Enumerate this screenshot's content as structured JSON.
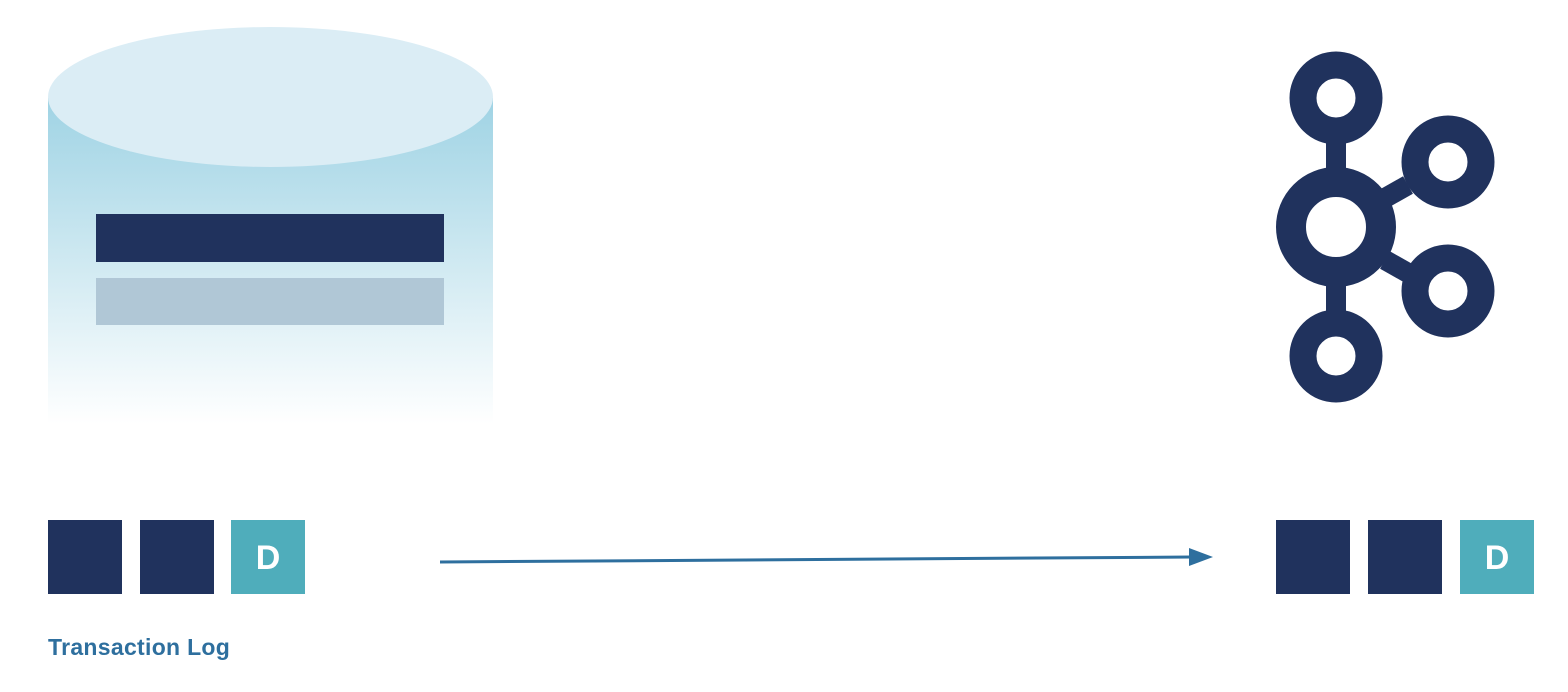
{
  "diagram": {
    "database": {
      "icon": "database-icon",
      "top_color": "#dbedf5",
      "body_color_top": "#9fd3e4",
      "body_color_bottom": "#ffffff",
      "row_primary_color": "#20325d",
      "row_secondary_color": "#b0c7d6"
    },
    "kafka": {
      "icon": "kafka-icon",
      "color": "#20325d"
    },
    "source_log": {
      "blocks": [
        {
          "label": "",
          "kind": "record"
        },
        {
          "label": "",
          "kind": "record"
        },
        {
          "label": "D",
          "kind": "delete"
        }
      ]
    },
    "target_log": {
      "blocks": [
        {
          "label": "",
          "kind": "record"
        },
        {
          "label": "",
          "kind": "record"
        },
        {
          "label": "D",
          "kind": "delete"
        }
      ]
    },
    "arrow": {
      "icon": "arrow-right-icon",
      "color": "#2e6f9e"
    },
    "colors": {
      "record": "#20325d",
      "delete": "#4fadbb",
      "delete_text": "#ffffff",
      "label": "#2e6f9e"
    },
    "labels": {
      "transaction_log": "Transaction Log"
    }
  }
}
